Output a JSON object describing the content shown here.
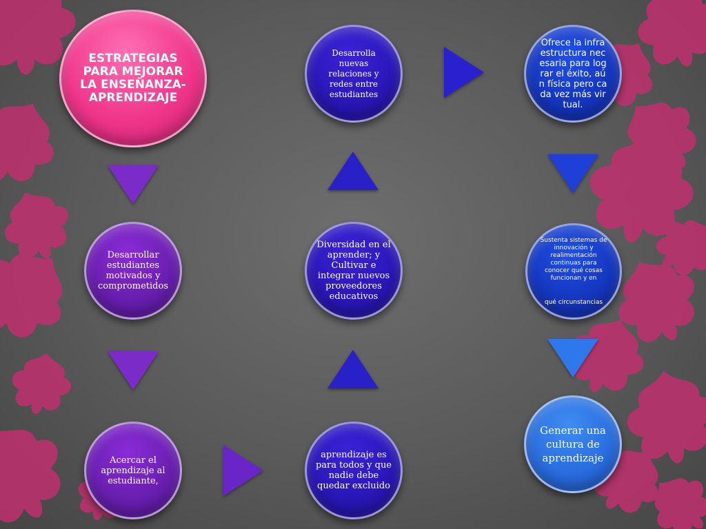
{
  "colors": {
    "background": "#5f5f5f",
    "leaf": "#c0306e",
    "title_circle": "#f0368c",
    "purple_circle": "#6a1fb0",
    "indigo_circle": "#2a17b8",
    "blue_circle": "#1537c0",
    "sky_circle": "#2a6ee0"
  },
  "diagram": {
    "title": "ESTRATEGIAS PARA MEJORAR LA ENSEÑANZA-APRENDIZAJE",
    "nodes": {
      "motivated": "Desarrollar estudiantes motivados y comprometidos",
      "closer": "Acercar el aprendizaje al estudiante,",
      "for_all": "aprendizaje es para todos y que nadie debe quedar excluido",
      "diversity": "Diversidad en el aprender; y Cultivar e integrar nuevos proveedores educativos",
      "relations": "Desarrolla nuevas relaciones y redes entre estudiantes",
      "infrastructure": "Ofrece la infraestructura necesaria para lograr el éxito, aún física pero cada vez más virtual.",
      "innovation_main": "Sustenta sistemas de innovación y realimentación continuas para conocer qué cosas funcionan y en",
      "innovation_tail": "qué circunstancias",
      "culture": "Generar una cultura de aprendizaje"
    }
  }
}
